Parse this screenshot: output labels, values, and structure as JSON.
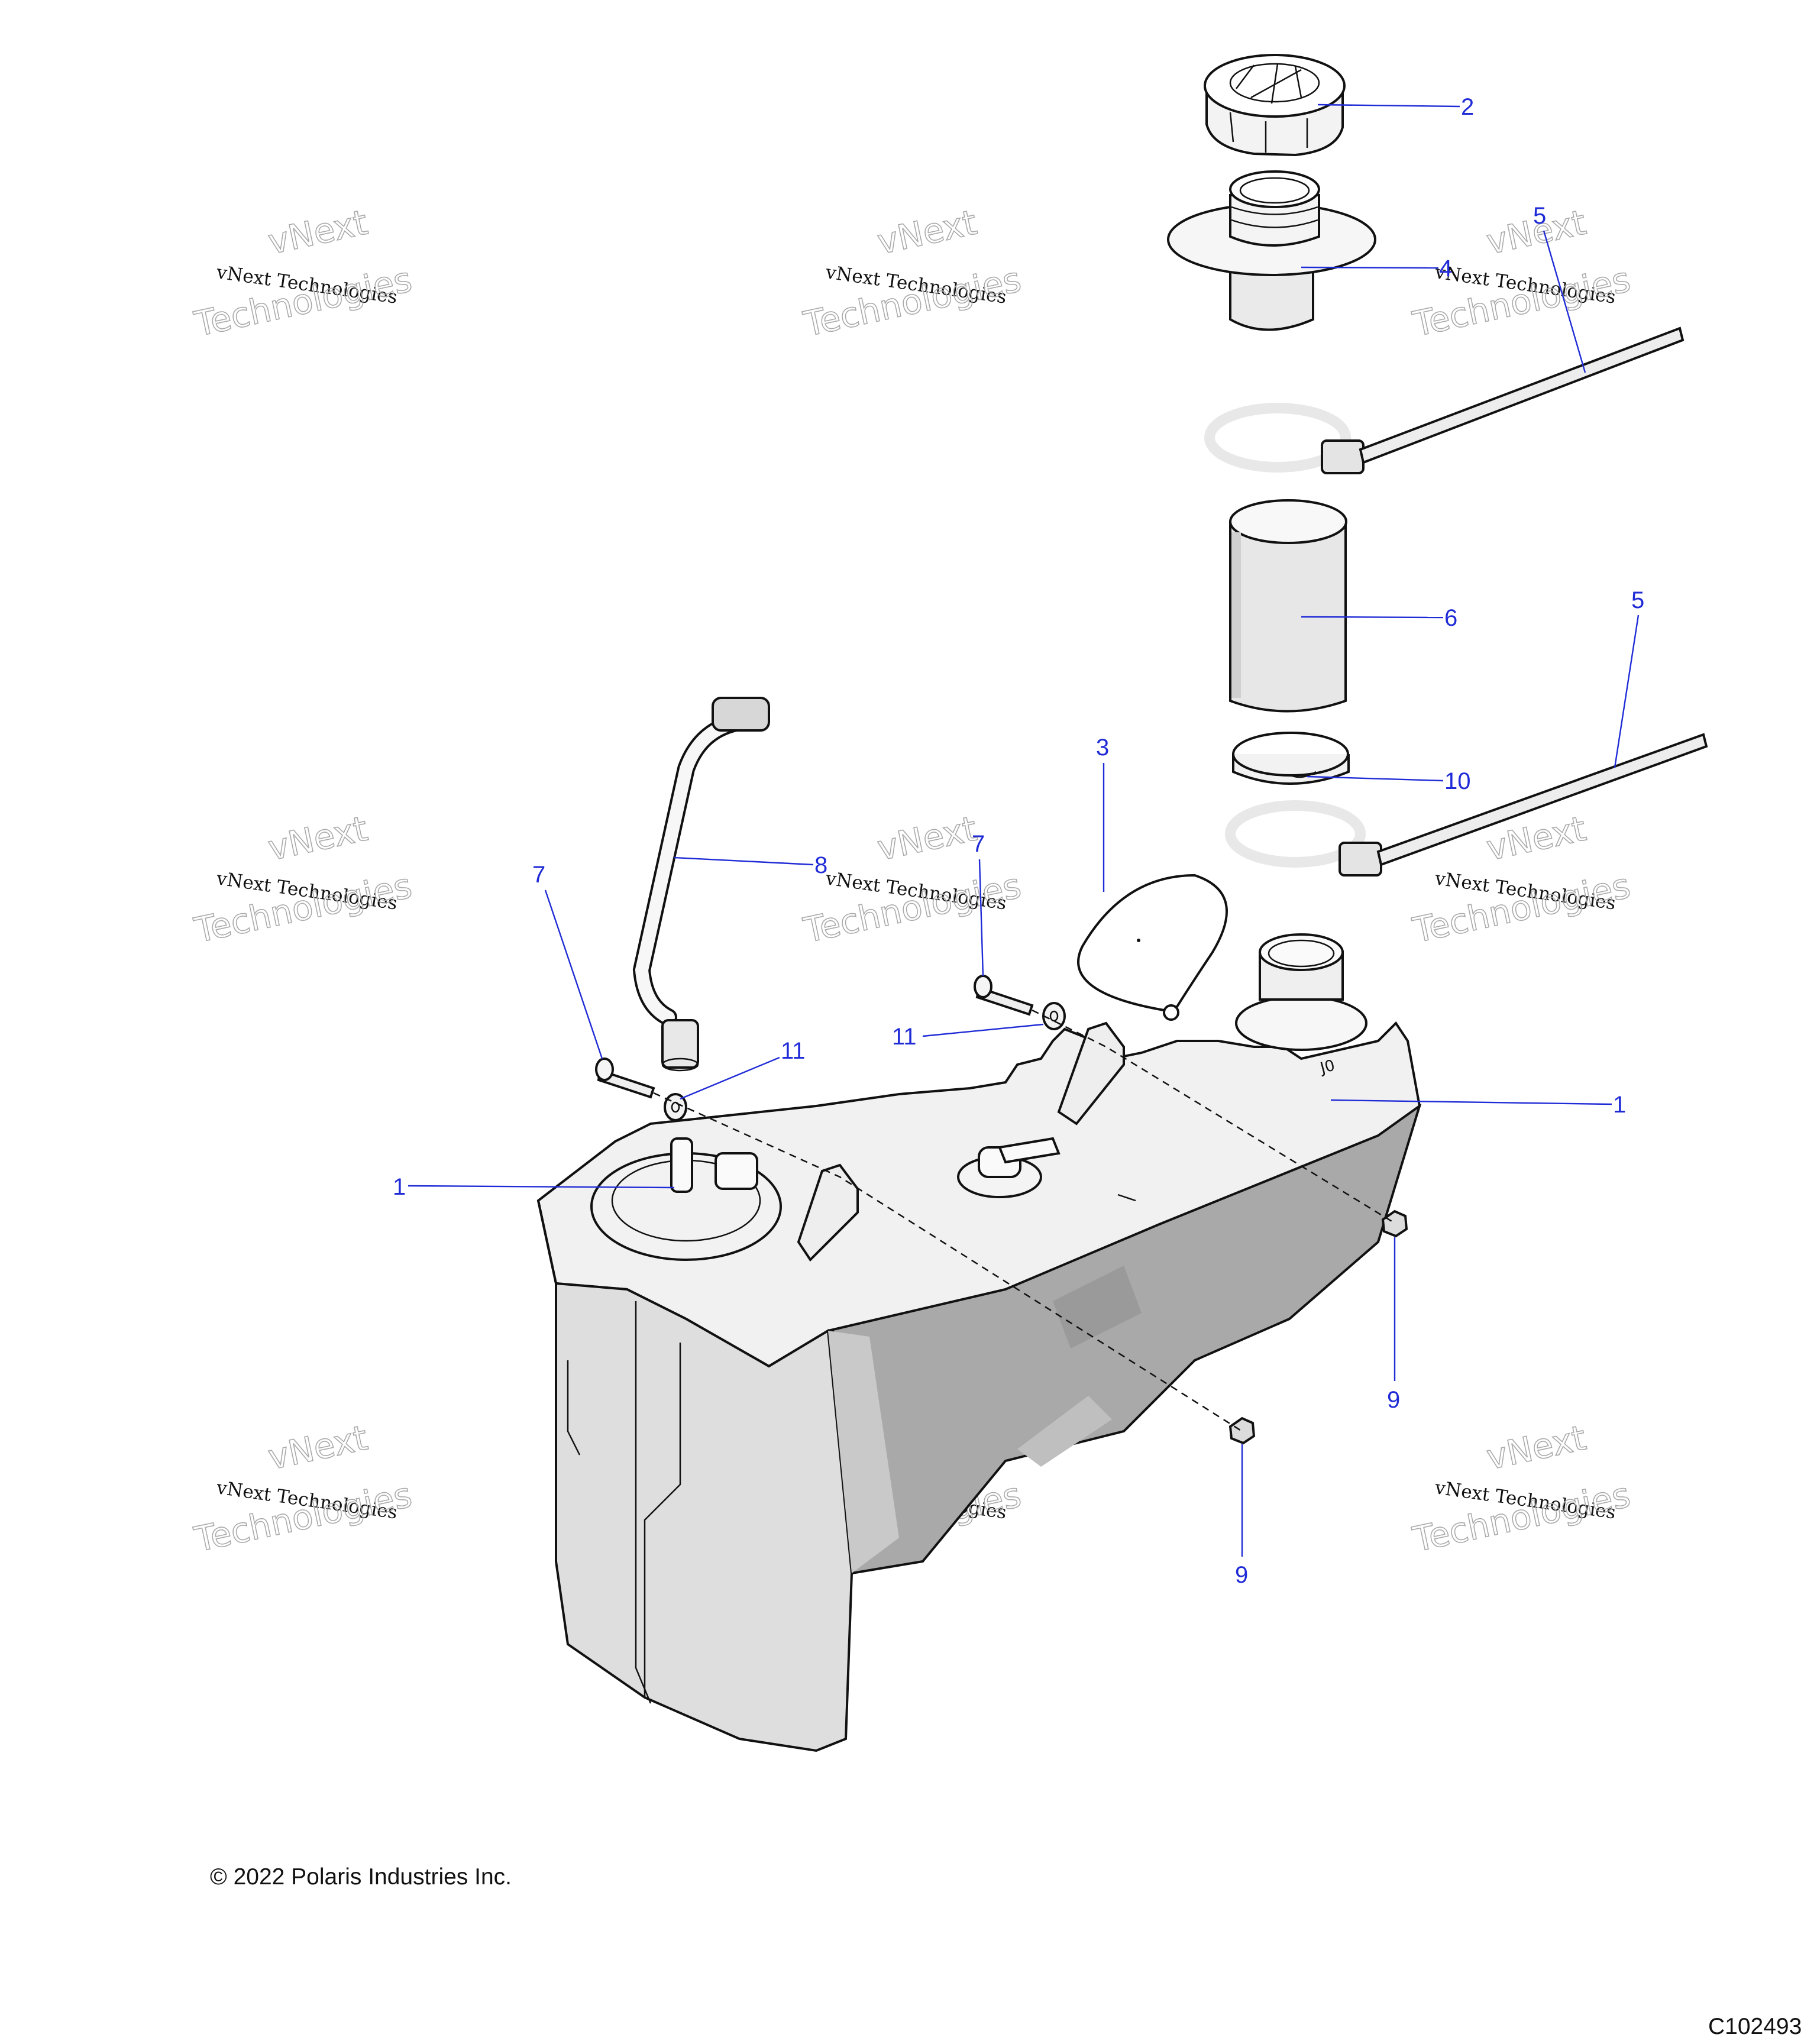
{
  "watermark": {
    "line1": "vNext",
    "line2": "vNext Technologies",
    "line3": "Technologies"
  },
  "callouts": [
    {
      "id": "c2",
      "label": "2"
    },
    {
      "id": "c4",
      "label": "4"
    },
    {
      "id": "c5a",
      "label": "5"
    },
    {
      "id": "c6",
      "label": "6"
    },
    {
      "id": "c5b",
      "label": "5"
    },
    {
      "id": "c3",
      "label": "3"
    },
    {
      "id": "c10",
      "label": "10"
    },
    {
      "id": "c7a",
      "label": "7"
    },
    {
      "id": "c8",
      "label": "8"
    },
    {
      "id": "c7b",
      "label": "7"
    },
    {
      "id": "c11a",
      "label": "11"
    },
    {
      "id": "c11b",
      "label": "11"
    },
    {
      "id": "c1a",
      "label": "1"
    },
    {
      "id": "c1b",
      "label": "1"
    },
    {
      "id": "c9a",
      "label": "9"
    },
    {
      "id": "c9b",
      "label": "9"
    }
  ],
  "tank_marking": "J0",
  "copyright": "© 2022 Polaris Industries Inc.",
  "figure_code": "C102493",
  "colors": {
    "callout": "#1f2bd6",
    "outline": "#111111",
    "tank_light": "#f1f1f1",
    "tank_dark": "#a9a9a9"
  }
}
